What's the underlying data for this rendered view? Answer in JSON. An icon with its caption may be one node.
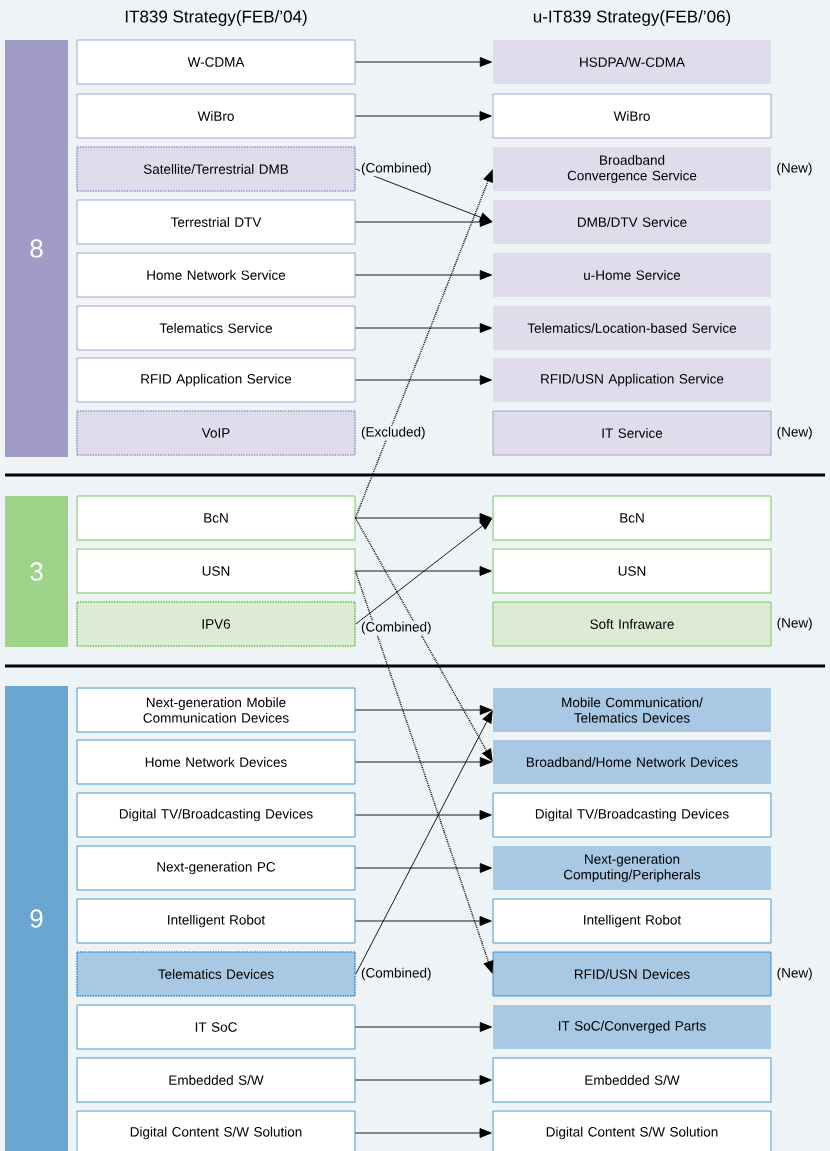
{
  "diagram": {
    "nodes": [
      {
        "text": [
          "8"
        ]
      },
      {
        "text": [
          "W-CDMA"
        ]
      },
      {
        "text": [
          "HSDPA/W-CDMA"
        ]
      },
      {
        "text": [
          "WiBro"
        ]
      },
      {
        "text": [
          "WiBro"
        ]
      },
      {
        "text": [
          "Satellite/Terrestrial DMB"
        ],
        "beside": [
          "(Combined)"
        ]
      },
      {
        "text": [
          "Broadband Convergence Service"
        ],
        "beside": [
          "(New)"
        ]
      },
      {
        "text": [
          "Terrestrial DTV"
        ]
      },
      {
        "text": [
          "DMB/DTV Service"
        ]
      },
      {
        "text": [
          "Home Network Service"
        ]
      },
      {
        "text": [
          "u-Home Service"
        ]
      },
      {
        "text": [
          "Telematics Service"
        ]
      },
      {
        "text": [
          "Telematics/Location-based Service"
        ]
      },
      {
        "text": [
          "RFID Application Service"
        ]
      },
      {
        "text": [
          "RFID/USN Application Service"
        ]
      },
      {
        "text": [
          "VoIP"
        ],
        "beside": [
          "(Excluded)"
        ]
      },
      {
        "text": [
          "IT Service"
        ],
        "beside": [
          "(New)"
        ]
      },
      {
        "text": [
          "3"
        ]
      },
      {
        "text": [
          "BcN"
        ]
      },
      {
        "text": [
          "BcN"
        ]
      },
      {
        "text": [
          "USN"
        ]
      },
      {
        "text": [
          "USN"
        ]
      },
      {
        "text": [
          "IPV6"
        ],
        "beside": [
          "(Combined)"
        ]
      },
      {
        "text": [
          "Soft Infraware"
        ],
        "beside": [
          "(New)"
        ]
      },
      {
        "text": [
          "9"
        ]
      },
      {
        "text": [
          "Next-generation Mobile Communication Devices"
        ]
      },
      {
        "text": [
          "Mobile Communication/ Telematics Devices"
        ]
      },
      {
        "text": [
          "Home Network Devices"
        ]
      },
      {
        "text": [
          "Broadband/Home Network Devices"
        ]
      },
      {
        "text": [
          "Digital TV/Broadcasting Devices"
        ]
      },
      {
        "text": [
          "Digital TV/Broadcasting Devices"
        ]
      },
      {
        "text": [
          "Next-generation PC"
        ]
      },
      {
        "text": [
          "Next-generation Computing/Peripherals"
        ]
      },
      {
        "text": [
          "Intelligent Robot"
        ]
      },
      {
        "text": [
          "Intelligent Robot"
        ]
      },
      {
        "text": [
          "Telematics Devices"
        ],
        "beside": [
          "(Combined)"
        ]
      },
      {
        "text": [
          "RFID/USN Devices"
        ],
        "beside": [
          "(New)"
        ]
      },
      {
        "text": [
          "IT SoC"
        ]
      },
      {
        "text": [
          "IT SoC/Converged Parts"
        ]
      },
      {
        "text": [
          "Embedded S/W"
        ]
      },
      {
        "text": [
          "Embedded S/W"
        ]
      },
      {
        "text": [
          "Digital Content S/W Solution"
        ]
      },
      {
        "text": [
          "Digital Content S/W Solution"
        ]
      }
    ],
    "edges": [
      {
        "from": 1,
        "to": 2,
        "arrow": "to"
      },
      {
        "from": 3,
        "to": 4,
        "arrow": "to"
      },
      {
        "from": 5,
        "to": 8,
        "arrow": "to"
      },
      {
        "from": 7,
        "to": 8,
        "arrow": "to"
      },
      {
        "from": 9,
        "to": 10,
        "arrow": "to"
      },
      {
        "from": 11,
        "to": 12,
        "arrow": "to"
      },
      {
        "from": 13,
        "to": 14,
        "arrow": "to"
      },
      {
        "from": 18,
        "to": 19,
        "arrow": "to"
      },
      {
        "from": 18,
        "to": 6,
        "arrow": "to",
        "style": "dashed"
      },
      {
        "from": 18,
        "to": 28,
        "arrow": "to",
        "style": "dashed"
      },
      {
        "from": 20,
        "to": 21,
        "arrow": "to"
      },
      {
        "from": 20,
        "to": 36,
        "arrow": "to",
        "style": "dashed"
      },
      {
        "from": 22,
        "to": 19,
        "arrow": "to"
      },
      {
        "from": 25,
        "to": 26,
        "arrow": "to"
      },
      {
        "from": 27,
        "to": 28,
        "arrow": "to"
      },
      {
        "from": 29,
        "to": 30,
        "arrow": "to"
      },
      {
        "from": 31,
        "to": 32,
        "arrow": "to"
      },
      {
        "from": 33,
        "to": 34,
        "arrow": "to"
      },
      {
        "from": 35,
        "to": 26,
        "arrow": "to"
      },
      {
        "from": 37,
        "to": 38,
        "arrow": "to"
      },
      {
        "from": 39,
        "to": 40,
        "arrow": "to"
      },
      {
        "from": 41,
        "to": 42,
        "arrow": "to"
      }
    ],
    "labels": [
      "IT839 Strategy(FEB/’04)",
      "u-IT839 Strategy(FEB/’06)"
    ]
  }
}
